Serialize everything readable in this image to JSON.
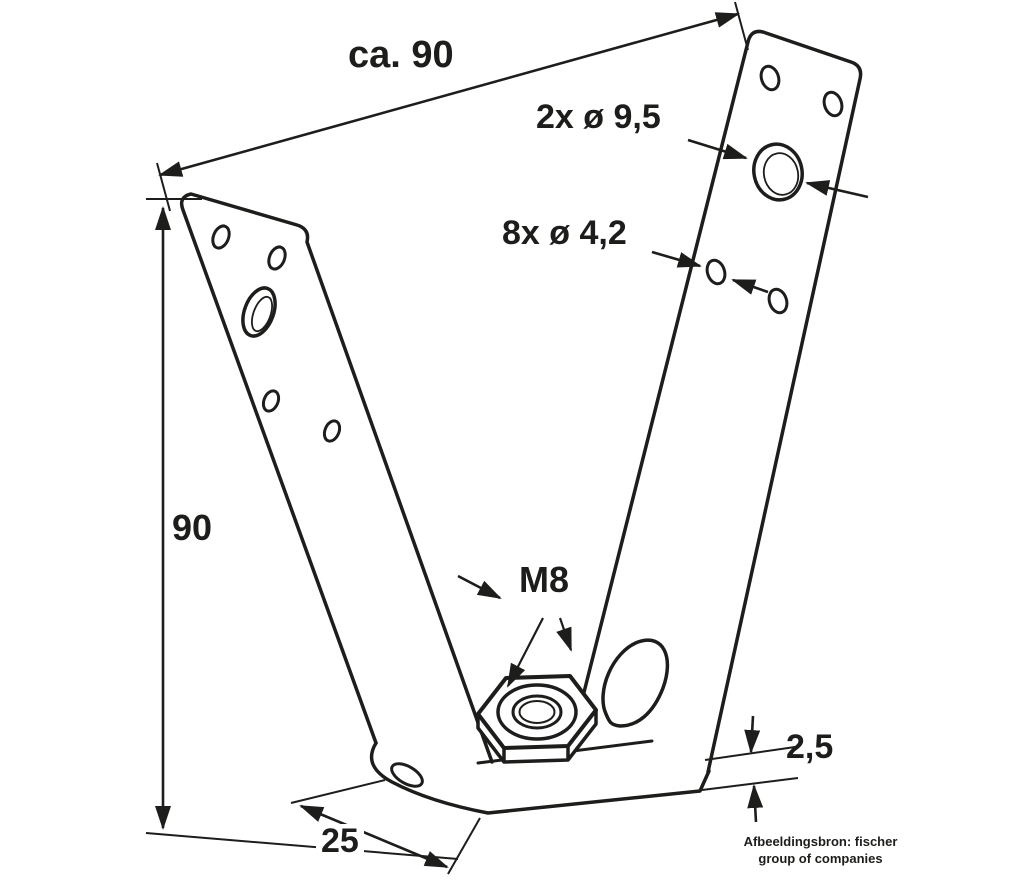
{
  "drawing": {
    "type": "technical-dimension-drawing",
    "subject": "V-shaped metal cavity fixing bracket with M8 wing nut",
    "colors": {
      "line": "#1d1d1b",
      "background": "#ffffff"
    }
  },
  "labels": {
    "width": "ca. 90",
    "height": "90",
    "depth": "25",
    "thickness": "2,5",
    "thread": "M8",
    "large_holes": "2x ø 9,5",
    "small_holes": "8x ø 4,2"
  },
  "attribution": {
    "line1": "Afbeeldingsbron: fischer",
    "line2": "group of companies"
  }
}
